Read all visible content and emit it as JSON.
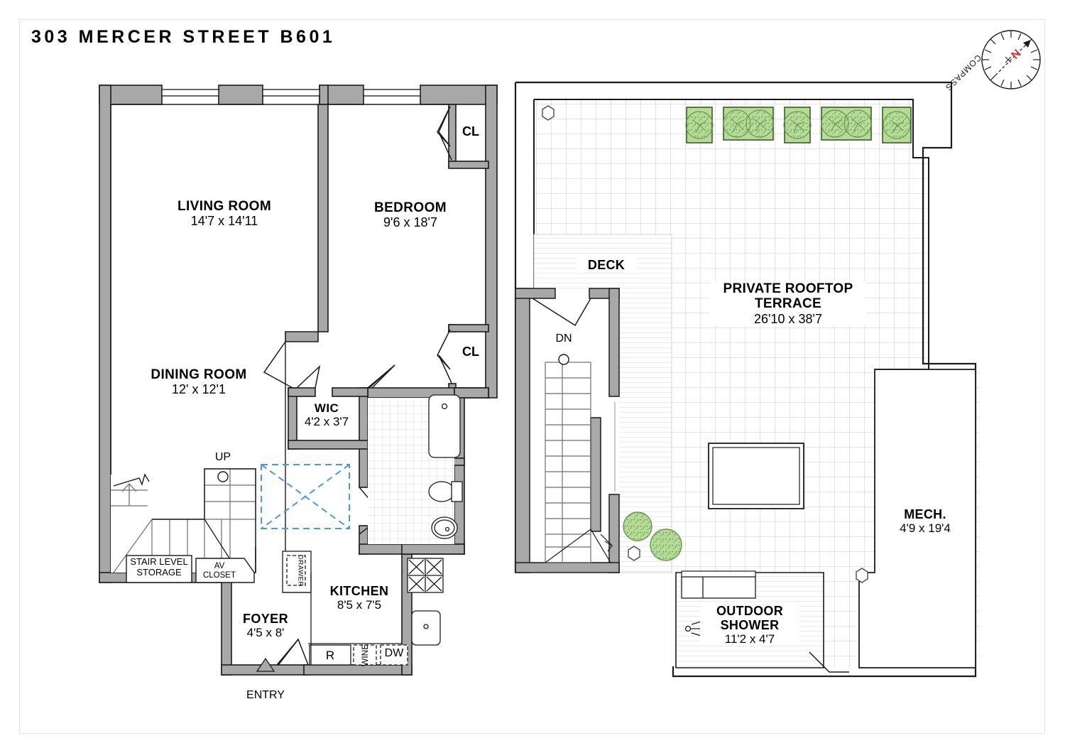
{
  "title": "303 MERCER STREET B601",
  "compass": {
    "label": "COMPASS",
    "north": "N"
  },
  "interior": {
    "rooms": [
      {
        "name": "LIVING ROOM",
        "dims": "14'7 x 14'11"
      },
      {
        "name": "BEDROOM",
        "dims": "9'6 x 18'7"
      },
      {
        "name": "DINING ROOM",
        "dims": "12' x 12'1"
      },
      {
        "name": "WIC",
        "dims": "4'2 x 3'7"
      },
      {
        "name": "KITCHEN",
        "dims": "8'5 x 7'5"
      },
      {
        "name": "FOYER",
        "dims": "4'5 x 8'"
      }
    ],
    "closets": [
      {
        "label": "CL"
      },
      {
        "label": "CL"
      }
    ],
    "annotations": [
      {
        "label": "UP"
      },
      {
        "label": "STAIR LEVEL\nSTORAGE",
        "line1": "STAIR LEVEL",
        "line2": "STORAGE"
      },
      {
        "label": "AV CLOSET",
        "line1": "AV",
        "line2": "CLOSET"
      },
      {
        "label": "ENTRY"
      },
      {
        "label": "DRAWER"
      }
    ],
    "appliances": [
      {
        "label": "R"
      },
      {
        "label": "WINE"
      },
      {
        "label": "DW"
      }
    ]
  },
  "exterior": {
    "rooms": [
      {
        "name": "PRIVATE ROOFTOP TERRACE",
        "line1": "PRIVATE ROOFTOP",
        "line2": "TERRACE",
        "dims": "26'10 x 38'7"
      },
      {
        "name": "MECH.",
        "dims": "4'9 x 19'4"
      },
      {
        "name": "OUTDOOR SHOWER",
        "line1": "OUTDOOR",
        "line2": "SHOWER",
        "dims": "11'2 x 4'7"
      }
    ],
    "annotations": [
      {
        "label": "DECK"
      },
      {
        "label": "DN"
      }
    ]
  },
  "colors": {
    "wall": "#a8a8a8",
    "wall_stroke": "#1a1a1a",
    "plant_fill": "#b4dc96",
    "plant_stroke": "#3c5a28",
    "skylight": "#4e96e4",
    "grid": "#c8c8c8",
    "deck_line": "#d2d2d2",
    "north_arrow": "#d63a2a",
    "frame": "#e2e2e2"
  }
}
